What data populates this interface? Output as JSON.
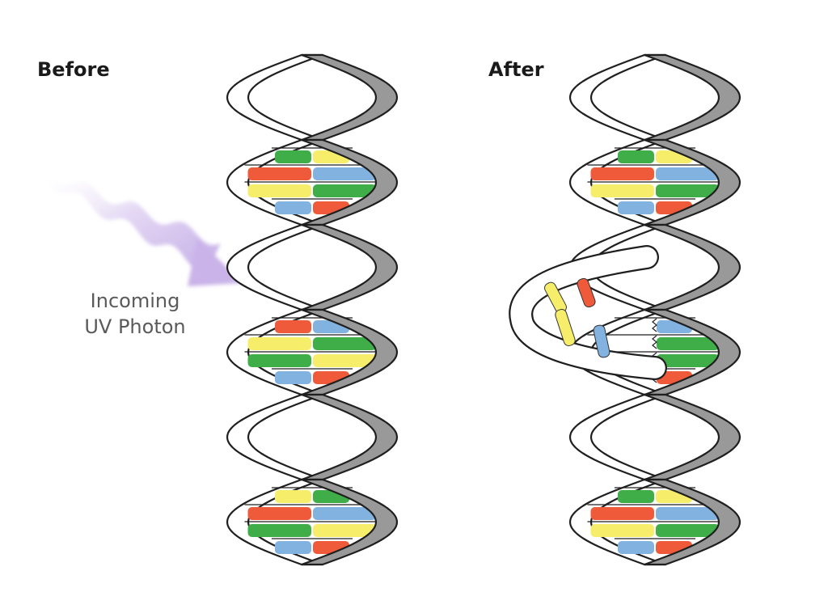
{
  "labels": {
    "before": "Before",
    "after": "After",
    "uv_line1": "Incoming",
    "uv_line2": "UV Photon"
  },
  "colors": {
    "backbone_fill": "#999999",
    "backbone_stroke": "#1f1f1f",
    "green": "#3fae49",
    "yellow": "#f6ee6b",
    "orange": "#ee5a3a",
    "blue": "#82b2e0",
    "photon": "#c9b3e8"
  },
  "helices": [
    {
      "id": "before",
      "damaged": false,
      "pairs": [
        [
          "green",
          "yellow"
        ],
        [
          "orange",
          "blue"
        ],
        [
          "yellow",
          "green"
        ],
        [
          "blue",
          "orange"
        ],
        [
          "orange",
          "blue"
        ],
        [
          "yellow",
          "green"
        ],
        [
          "green",
          "yellow"
        ],
        [
          "blue",
          "orange"
        ],
        [
          "yellow",
          "green"
        ],
        [
          "orange",
          "blue"
        ],
        [
          "green",
          "yellow"
        ],
        [
          "blue",
          "orange"
        ]
      ]
    },
    {
      "id": "after",
      "damaged": true,
      "pairs": [
        [
          "green",
          "yellow"
        ],
        [
          "orange",
          "blue"
        ],
        [
          "yellow",
          "green"
        ],
        [
          "blue",
          "orange"
        ],
        [
          "blue",
          "blue"
        ],
        [
          "green",
          "green"
        ],
        [
          "green",
          "green"
        ],
        [
          "orange",
          "orange"
        ],
        [
          "green",
          "yellow"
        ],
        [
          "orange",
          "blue"
        ],
        [
          "yellow",
          "green"
        ],
        [
          "blue",
          "orange"
        ]
      ]
    }
  ]
}
